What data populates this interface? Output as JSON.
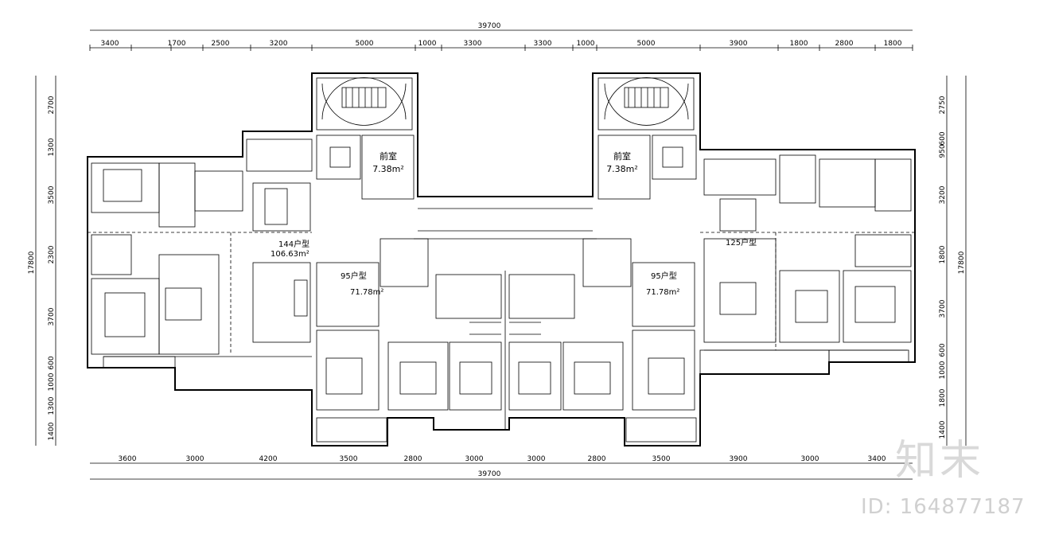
{
  "dims": {
    "total_width": "39700",
    "top_segments": [
      "3400",
      "1700",
      "2500",
      "3200",
      "5000",
      "1000",
      "3300",
      "3300",
      "1000",
      "5000",
      "3900",
      "1800",
      "2800",
      "1800"
    ],
    "bottom_segments": [
      "3600",
      "3000",
      "4200",
      "3500",
      "2800",
      "3000",
      "3000",
      "2800",
      "3500",
      "3900",
      "3000",
      "3400"
    ],
    "left_segments": [
      "2700",
      "1300",
      "3500",
      "2300",
      "3700",
      "600",
      "1000",
      "1300",
      "1400"
    ],
    "left_total": "17800",
    "right_segments": [
      "2750",
      "600",
      "950",
      "3200",
      "1800",
      "3700",
      "600",
      "1000",
      "1800",
      "1400"
    ],
    "right_total": "17800"
  },
  "rooms": {
    "lobby_left": "前室",
    "lobby_left_area": "7.38m²",
    "lobby_right": "前室",
    "lobby_right_area": "7.38m²",
    "unit_144": "144户型",
    "unit_144_area": "106.63m²",
    "unit_95_left": "95户型",
    "unit_95_left_area": "71.78m²",
    "unit_95_right": "95户型",
    "unit_95_right_area": "71.78m²",
    "unit_125": "125户型"
  },
  "watermark": {
    "logo": "知末",
    "id": "ID: 164877187"
  }
}
